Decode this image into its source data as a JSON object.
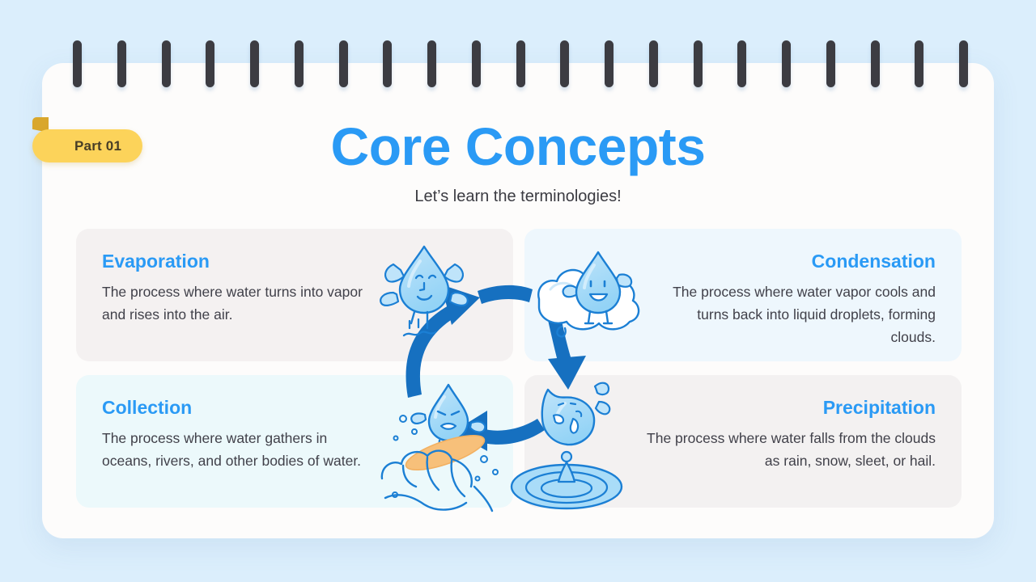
{
  "theme": {
    "background_color": "#dbeefc",
    "page_color": "#fdfcfb",
    "accent_blue": "#2a9af5",
    "arrow_blue": "#1670c0",
    "ribbon_yellow": "#fcd35a",
    "ribbon_fold": "#d9a72c",
    "text_dark": "#41414a",
    "surfboard_orange": "#f7c07a"
  },
  "ribbon": {
    "label": "Part 01"
  },
  "header": {
    "title": "Core Concepts",
    "subtitle": "Let’s learn the terminologies!"
  },
  "binding": {
    "ring_count": 21,
    "ring_color": "#3c3c42"
  },
  "cards": [
    {
      "id": "evaporation",
      "title": "Evaporation",
      "body": "The process where water turns into vapor and rises into the air.",
      "background_color": "#f4f1f1",
      "align": "left"
    },
    {
      "id": "condensation",
      "title": "Condensation",
      "body": "The process where water vapor cools and turns back into liquid droplets, forming clouds.",
      "background_color": "#eef7fd",
      "align": "right"
    },
    {
      "id": "collection",
      "title": "Collection",
      "body": "The process where water gathers in oceans, rivers, and other bodies of water.",
      "background_color": "#ecf9fb",
      "align": "left"
    },
    {
      "id": "precipitation",
      "title": "Precipitation",
      "body": "The process where water falls from the clouds as rain, snow, sleet, or hail.",
      "background_color": "#f3f1f1",
      "align": "right"
    }
  ],
  "illustration": {
    "name": "water-cycle-diagram",
    "elements": [
      "evaporation-droplet-character",
      "steam-wisps",
      "arrow-up-left-to-cloud",
      "cloud-with-condensation-droplet",
      "arrow-down-to-precipitation",
      "precipitation-droplet-character",
      "splash-ripples",
      "arrow-left-to-collection",
      "collection-droplet-on-surfboard",
      "ocean-wave"
    ]
  }
}
